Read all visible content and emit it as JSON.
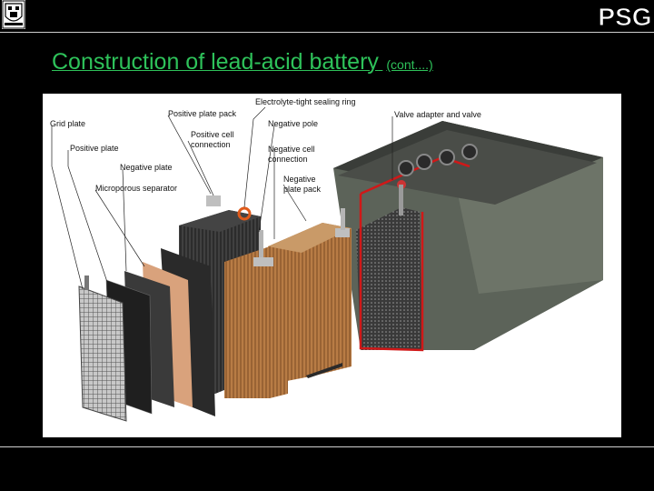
{
  "slide": {
    "logo_right_text": "PSG",
    "title_main": "Construction of lead-acid battery",
    "title_sub": "(cont....)"
  },
  "diagram": {
    "labels": {
      "grid_plate": "Grid plate",
      "positive_plate": "Positive plate",
      "negative_plate": "Negative plate",
      "microporous_separator": "Microporous separator",
      "positive_plate_pack": "Positive plate pack",
      "electrolyte_ring": "Electrolyte-tight sealing ring",
      "negative_pole": "Negative pole",
      "positive_cell_connection_1": "Positive cell",
      "positive_cell_connection_2": "connection",
      "negative_cell_connection_1": "Negative cell",
      "negative_cell_connection_2": "connection",
      "negative_plate_pack_1": "Negative",
      "negative_plate_pack_2": "plate pack",
      "valve_adapter": "Valve adapter and valve"
    }
  }
}
